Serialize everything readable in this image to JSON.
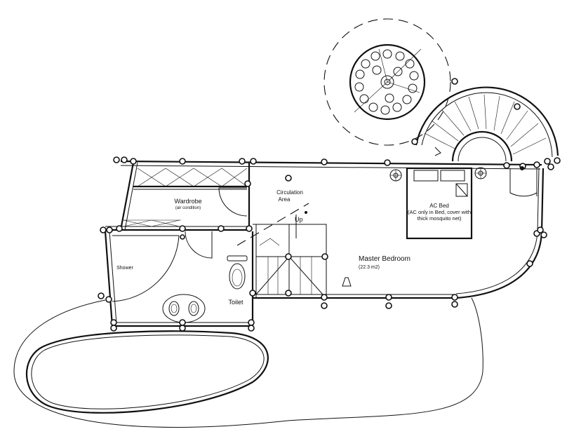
{
  "rooms": {
    "wardrobe": {
      "name": "Wardrobe",
      "note": "(air condition)"
    },
    "circulation": {
      "line1": "Circulation",
      "line2": "Area"
    },
    "stair_up": "Up",
    "bed": {
      "name": "AC Bed",
      "line1": "(AC only in Bed, cover with",
      "line2": "thick mosquito net)"
    },
    "master": {
      "name": "Master Bedroom",
      "area": "(22.3 m2)"
    },
    "shower": "Shower",
    "toilet": "Toilet"
  },
  "colors": {
    "line": "#111111",
    "background": "#ffffff"
  }
}
